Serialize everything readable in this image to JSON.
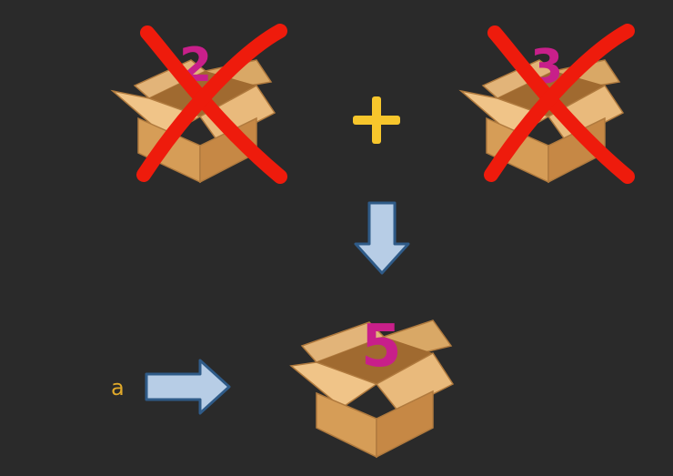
{
  "operands": {
    "left_value": "2",
    "right_value": "3",
    "operator": "+"
  },
  "result": {
    "value": "5",
    "variable_label": "a"
  },
  "colors": {
    "background": "#2a2a2a",
    "box_number": "#c81f8a",
    "cross": "#ee1b0c",
    "plus": "#f7c62c",
    "arrow_fill": "#b7cde6",
    "arrow_stroke": "#2f5b88",
    "variable_label": "#e0a92a"
  },
  "icons": [
    "cardboard-box-icon",
    "red-cross-icon",
    "plus-icon",
    "down-arrow-icon",
    "right-arrow-icon"
  ]
}
